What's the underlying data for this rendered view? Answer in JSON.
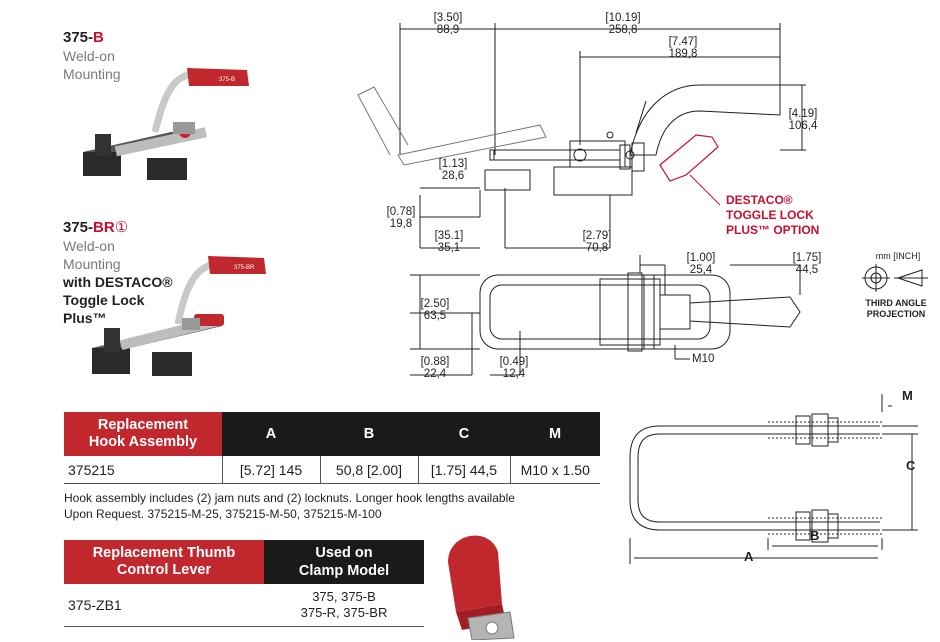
{
  "product_b": {
    "model_prefix": "375-",
    "model_suffix": "B",
    "line1": "Weld-on",
    "line2": "Mounting"
  },
  "product_br": {
    "model_prefix": "375-",
    "model_suffix": "BR",
    "model_mark": "①",
    "line1": "Weld-on",
    "line2": "Mounting",
    "line3": "with DESTACO®",
    "line4": "Toggle Lock",
    "line5": "Plus™"
  },
  "side_view": {
    "d_3_50_in": "[3.50]",
    "d_3_50_mm": "88,9",
    "d_10_19_in": "[10.19]",
    "d_10_19_mm": "258,8",
    "d_7_47_in": "[7.47]",
    "d_7_47_mm": "189,8",
    "d_4_19_in": "[4.19]",
    "d_4_19_mm": "106,4",
    "d_1_13_in": "[1.13]",
    "d_1_13_mm": "28,6",
    "d_0_78_in": "[0.78]",
    "d_0_78_mm": "19,8",
    "d_35_1_in": "[35.1]",
    "d_35_1_mm": "35,1",
    "d_2_79_in": "[2.79]",
    "d_2_79_mm": "70,8",
    "callout_1": "DESTACO®",
    "callout_2": "TOGGLE LOCK",
    "callout_3": "PLUS™ OPTION"
  },
  "top_view": {
    "d_1_00_in": "[1.00]",
    "d_1_00_mm": "25,4",
    "d_1_75_in": "[1.75]",
    "d_1_75_mm": "44,5",
    "d_2_50_in": "[2.50]",
    "d_2_50_mm": "63,5",
    "d_0_88_in": "[0.88]",
    "d_0_88_mm": "22,4",
    "d_0_49_in": "[0.49]",
    "d_0_49_mm": "12,4",
    "thread": "M10"
  },
  "projection": {
    "units": "mm [INCH]",
    "label1": "THIRD ANGLE",
    "label2": "PROJECTION"
  },
  "hook_table": {
    "header_title_1": "Replacement",
    "header_title_2": "Hook Assembly",
    "col_a": "A",
    "col_b": "B",
    "col_c": "C",
    "col_m": "M",
    "part": "375215",
    "val_a": "[5.72] 145",
    "val_b": "50,8 [2.00]",
    "val_c": "[1.75] 44,5",
    "val_m": "M10 x 1.50",
    "note_1": "Hook assembly includes (2) jam nuts and (2) locknuts. Longer hook lengths available",
    "note_2": "Upon Request. 375215-M-25, 375215-M-50, 375215-M-100"
  },
  "hook_diagram": {
    "label_m": "M",
    "label_c": "C",
    "label_b": "B",
    "label_a": "A"
  },
  "lever_table": {
    "header_1a": "Replacement Thumb",
    "header_1b": "Control Lever",
    "header_2a": "Used on",
    "header_2b": "Clamp Model",
    "part": "375-ZB1",
    "models_1": "375, 375-B",
    "models_2": "375-R, 375-BR"
  },
  "colors": {
    "brand_red": "#c8102e",
    "table_red": "#c0282d",
    "table_black": "#1a1a1a"
  }
}
